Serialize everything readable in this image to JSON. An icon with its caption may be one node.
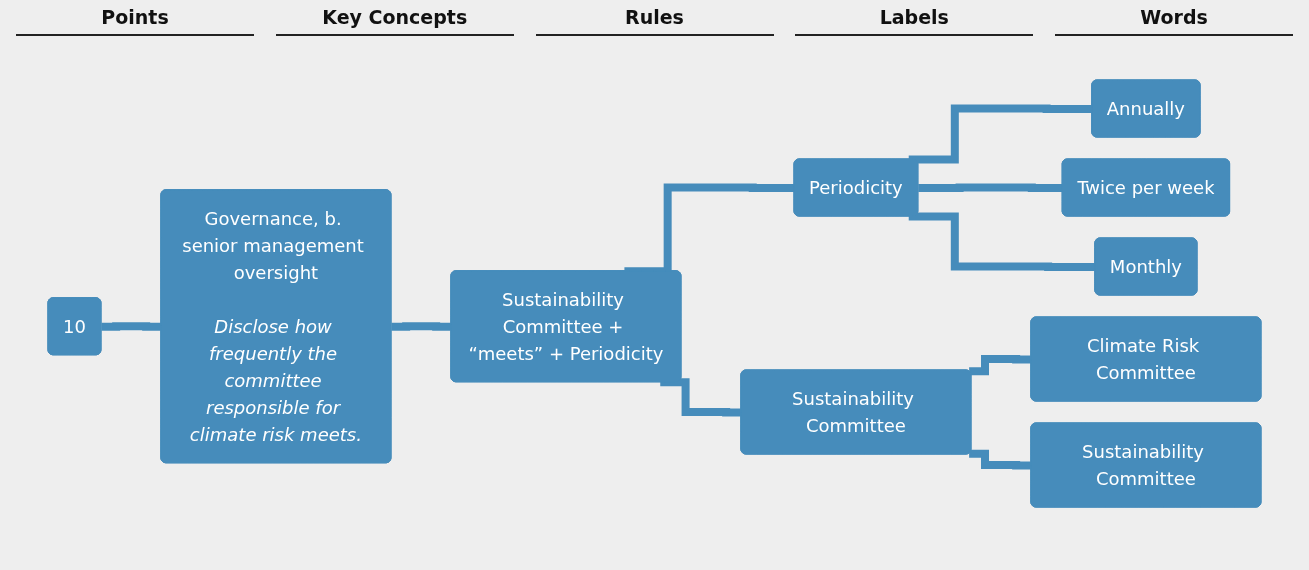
{
  "diagram": {
    "nodes": [
      {
        "text": [
          "10"
        ]
      },
      {
        "text": [
          "Governance, b. senior management oversight",
          "Disclose how frequently the committee responsible for climate risk meets."
        ]
      },
      {
        "text": [
          "Sustainability Committee + “meets” + Periodicity"
        ]
      },
      {
        "text": [
          "Periodicity"
        ]
      },
      {
        "text": [
          "Sustainability Committee"
        ]
      },
      {
        "text": [
          "Annually"
        ]
      },
      {
        "text": [
          "Twice per week"
        ]
      },
      {
        "text": [
          "Monthly"
        ]
      },
      {
        "text": [
          "Climate Risk Committee"
        ]
      },
      {
        "text": [
          "Sustainability Committee"
        ]
      }
    ],
    "edges": [
      {
        "from": 0,
        "to": 1,
        "arrow": "none"
      },
      {
        "from": 1,
        "to": 2,
        "arrow": "none"
      },
      {
        "from": 2,
        "to": 3,
        "arrow": "none"
      },
      {
        "from": 2,
        "to": 4,
        "arrow": "none"
      },
      {
        "from": 3,
        "to": 5,
        "arrow": "none"
      },
      {
        "from": 3,
        "to": 6,
        "arrow": "none"
      },
      {
        "from": 3,
        "to": 7,
        "arrow": "none"
      },
      {
        "from": 4,
        "to": 8,
        "arrow": "none"
      },
      {
        "from": 4,
        "to": 9,
        "arrow": "none"
      }
    ],
    "labels": [
      "Points",
      "Key Concepts",
      "Rules",
      "Labels",
      "Words"
    ]
  }
}
